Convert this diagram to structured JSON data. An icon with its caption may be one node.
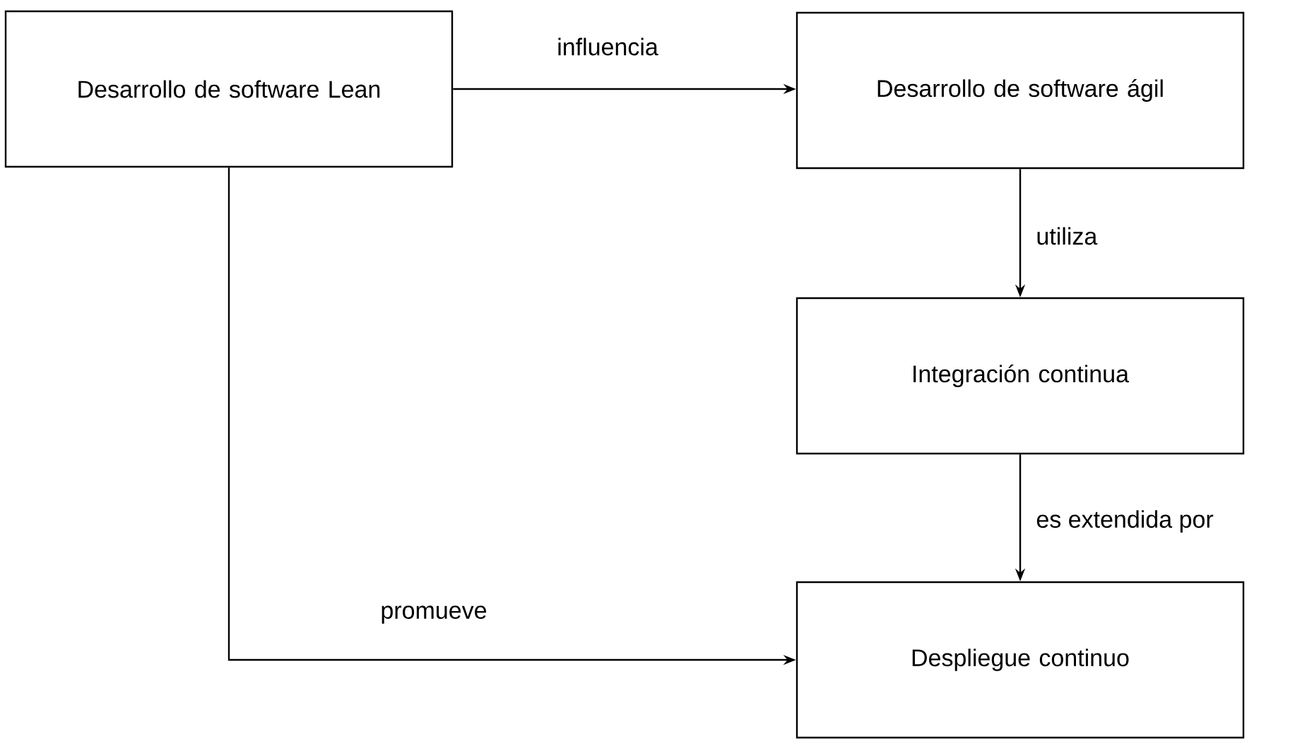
{
  "diagram": {
    "nodes": [
      {
        "text": [
          "Desarrollo de software Lean"
        ]
      },
      {
        "text": [
          "Desarrollo de software ágil"
        ]
      },
      {
        "text": [
          "Integración continua"
        ]
      },
      {
        "text": [
          "Despliegue continuo"
        ]
      }
    ],
    "edges": [
      {
        "from": 0,
        "to": 1,
        "arrow": "to",
        "label": "influencia"
      },
      {
        "from": 1,
        "to": 2,
        "arrow": "to",
        "label": "utiliza"
      },
      {
        "from": 2,
        "to": 3,
        "arrow": "to",
        "label": "es extendida por"
      },
      {
        "from": 0,
        "to": 3,
        "arrow": "to",
        "label": "promueve"
      }
    ]
  }
}
